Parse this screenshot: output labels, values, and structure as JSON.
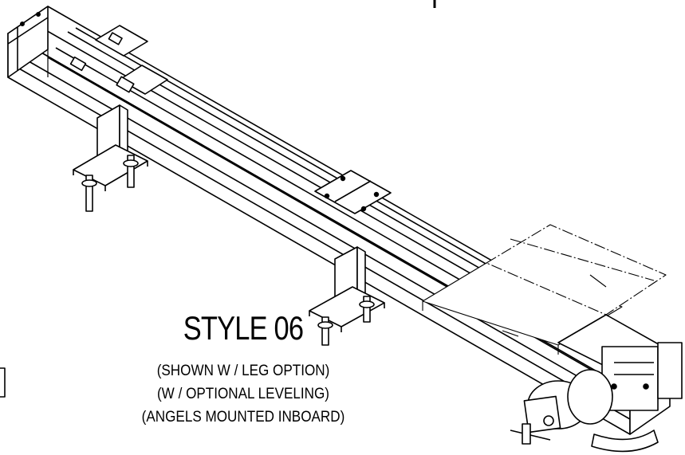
{
  "caption": {
    "title": "STYLE 06",
    "notes": [
      "(SHOWN W / LEG OPTION)",
      "(W / OPTIONAL LEVELING)",
      "(ANGELS MOUNTED INBOARD)"
    ]
  },
  "colors": {
    "line": "#000000",
    "fill": "#ffffff"
  }
}
